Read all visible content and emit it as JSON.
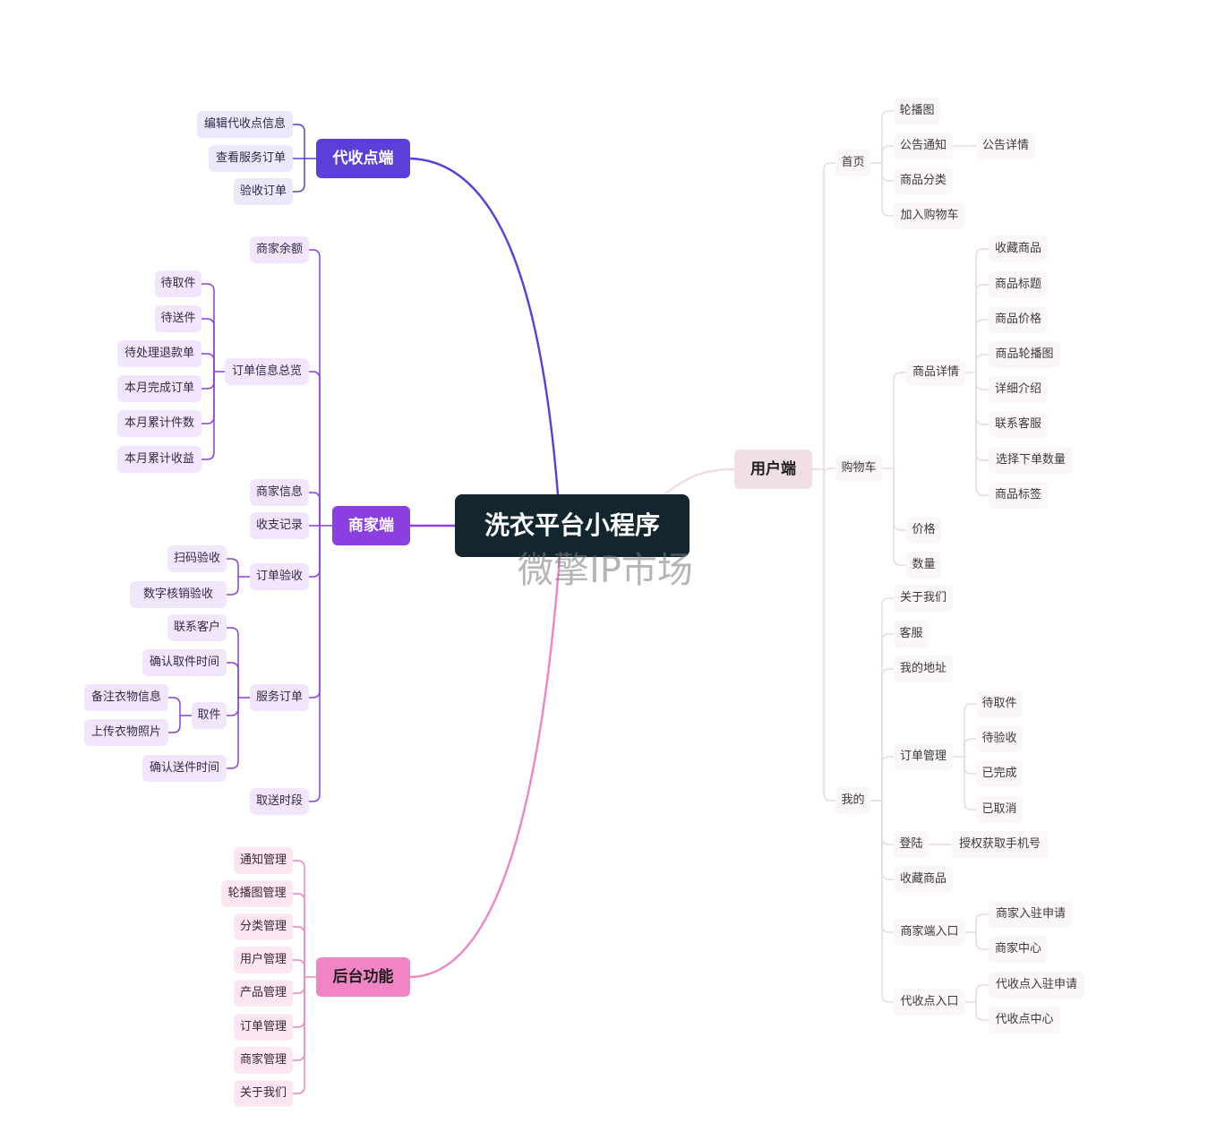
{
  "root": {
    "label": "洗衣平台小程序"
  },
  "watermark": "微擎IP市场",
  "colors": {
    "dai": "#5b3fd8",
    "shang": "#8b3fe0",
    "hou": "#f084c4",
    "yong": "#efdbe6",
    "root": "#13262f"
  },
  "branches": {
    "dai": {
      "label": "代收点端",
      "children": [
        "编辑代收点信息",
        "查看服务订单",
        "验收订单"
      ]
    },
    "shang": {
      "label": "商家端",
      "children": [
        {
          "label": "商家余额"
        },
        {
          "label": "订单信息总览",
          "children": [
            "待取件",
            "待送件",
            "待处理退款单",
            "本月完成订单",
            "本月累计件数",
            "本月累计收益"
          ]
        },
        {
          "label": "商家信息"
        },
        {
          "label": "收支记录"
        },
        {
          "label": "订单验收",
          "children": [
            "扫码验收",
            "数字核销验收"
          ]
        },
        {
          "label": "服务订单",
          "children": [
            {
              "label": "联系客户"
            },
            {
              "label": "确认取件时间"
            },
            {
              "label": "取件",
              "children": [
                "备注衣物信息",
                "上传衣物照片"
              ]
            },
            {
              "label": "确认送件时间"
            }
          ]
        },
        {
          "label": "取送时段"
        }
      ]
    },
    "hou": {
      "label": "后台功能",
      "children": [
        "通知管理",
        "轮播图管理",
        "分类管理",
        "用户管理",
        "产品管理",
        "订单管理",
        "商家管理",
        "关于我们"
      ]
    },
    "yong": {
      "label": "用户端",
      "children": [
        {
          "label": "首页",
          "children": [
            {
              "label": "轮播图"
            },
            {
              "label": "公告通知",
              "children": [
                "公告详情"
              ]
            },
            {
              "label": "商品分类"
            },
            {
              "label": "加入购物车"
            }
          ]
        },
        {
          "label": "购物车",
          "children": [
            {
              "label": "商品详情",
              "children": [
                "收藏商品",
                "商品标题",
                "商品价格",
                "商品轮播图",
                "详细介绍",
                "联系客服",
                "选择下单数量",
                "商品标签"
              ]
            },
            {
              "label": "价格"
            },
            {
              "label": "数量"
            }
          ]
        },
        {
          "label": "我的",
          "children": [
            {
              "label": "关于我们"
            },
            {
              "label": "客服"
            },
            {
              "label": "我的地址"
            },
            {
              "label": "订单管理",
              "children": [
                "待取件",
                "待验收",
                "已完成",
                "已取消"
              ]
            },
            {
              "label": "登陆",
              "children": [
                "授权获取手机号"
              ]
            },
            {
              "label": "收藏商品"
            },
            {
              "label": "商家端入口",
              "children": [
                "商家入驻申请",
                "商家中心"
              ]
            },
            {
              "label": "代收点入口",
              "children": [
                "代收点入驻申请",
                "代收点中心"
              ]
            }
          ]
        }
      ]
    }
  }
}
